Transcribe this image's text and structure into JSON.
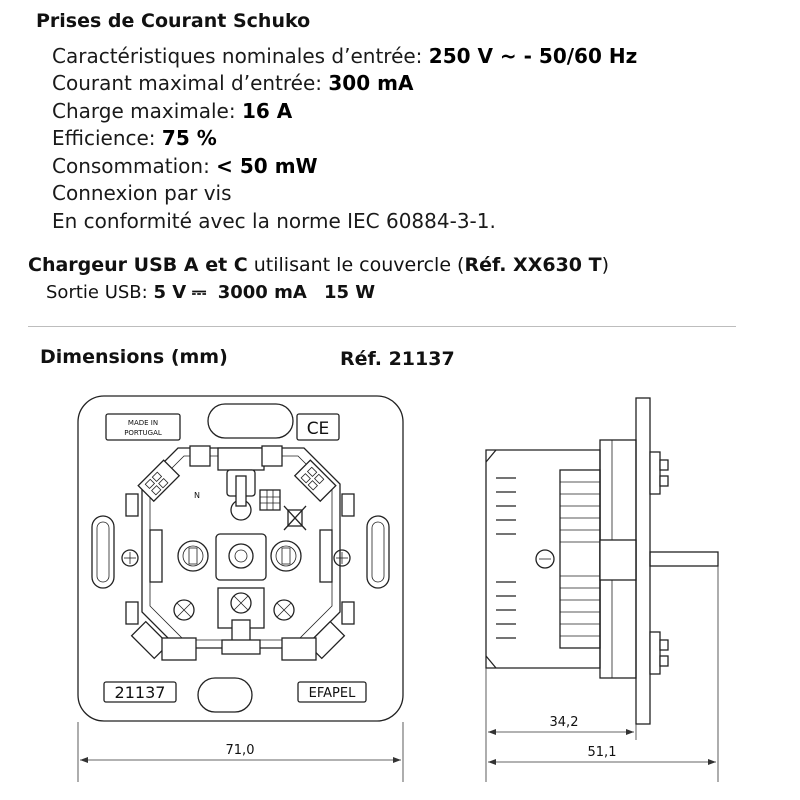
{
  "schuko": {
    "title": "Prises de Courant Schuko",
    "specs": [
      {
        "label": "Caractéristiques nominales d’entrée: ",
        "value": "250 V ~ - 50/60 Hz"
      },
      {
        "label": "Courant maximal d’entrée: ",
        "value": "300 mA"
      },
      {
        "label": "Charge maximale: ",
        "value": "16 A"
      },
      {
        "label": "Efficience: ",
        "value": "75 %"
      },
      {
        "label": "Consommation: ",
        "value": "< 50 mW"
      },
      {
        "label": "Connexion par vis",
        "value": ""
      },
      {
        "label": "En conformité avec la norme IEC 60884-3-1.",
        "value": ""
      }
    ]
  },
  "usb": {
    "title_bold": "Chargeur USB A et C",
    "title_mid": " utilisant le couvercle (",
    "title_ref": "Réf. XX630 T",
    "title_end": ")",
    "output_label": "Sortie USB: ",
    "output_voltage": "5 V",
    "output_symbol": "⎓",
    "output_current": "3000 mA",
    "output_power": "15 W"
  },
  "drawing": {
    "section_title": "Dimensions (mm)",
    "reference": "Réf. 21137",
    "label_made_in_1": "MADE IN",
    "label_made_in_2": "PORTUGAL",
    "label_ce": "CE",
    "label_part_number": "21137",
    "label_brand": "EFAPEL",
    "label_n": "N",
    "dim_width": "71,0",
    "dim_depth_body": "34,2",
    "dim_depth_total": "51,1"
  }
}
